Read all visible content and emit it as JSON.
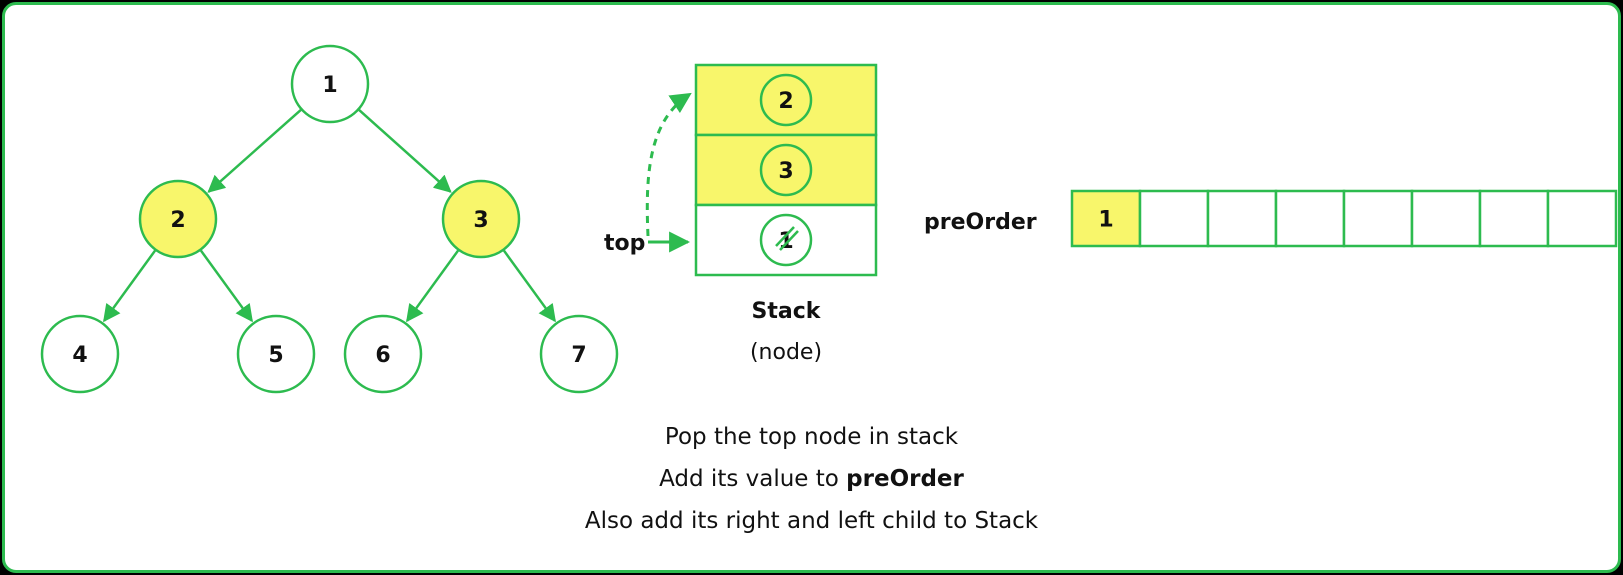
{
  "colors": {
    "green": "#2dbb4f",
    "highlight": "#f8f66b",
    "text": "#111111",
    "background": "#ffffff"
  },
  "tree": {
    "nodes": [
      {
        "id": "n1",
        "label": "1",
        "highlighted": false
      },
      {
        "id": "n2",
        "label": "2",
        "highlighted": true
      },
      {
        "id": "n3",
        "label": "3",
        "highlighted": true
      },
      {
        "id": "n4",
        "label": "4",
        "highlighted": false
      },
      {
        "id": "n5",
        "label": "5",
        "highlighted": false
      },
      {
        "id": "n6",
        "label": "6",
        "highlighted": false
      },
      {
        "id": "n7",
        "label": "7",
        "highlighted": false
      }
    ],
    "edges": [
      [
        "n1",
        "n2"
      ],
      [
        "n1",
        "n3"
      ],
      [
        "n2",
        "n4"
      ],
      [
        "n2",
        "n5"
      ],
      [
        "n3",
        "n6"
      ],
      [
        "n3",
        "n7"
      ]
    ]
  },
  "stack": {
    "title": "Stack",
    "subtitle": "(node)",
    "pointer_label": "top",
    "cells": [
      {
        "label": "2",
        "highlighted": true,
        "crossed": false
      },
      {
        "label": "3",
        "highlighted": true,
        "crossed": false
      },
      {
        "label": "1",
        "highlighted": false,
        "crossed": true
      }
    ]
  },
  "preorder": {
    "label": "preOrder",
    "cells": [
      "1",
      "",
      "",
      "",
      "",
      "",
      "",
      ""
    ]
  },
  "caption": {
    "line1": "Pop the top node in stack",
    "line2_prefix": "Add its value to ",
    "line2_bold": "preOrder",
    "line3": "Also add its right and left child to Stack"
  }
}
